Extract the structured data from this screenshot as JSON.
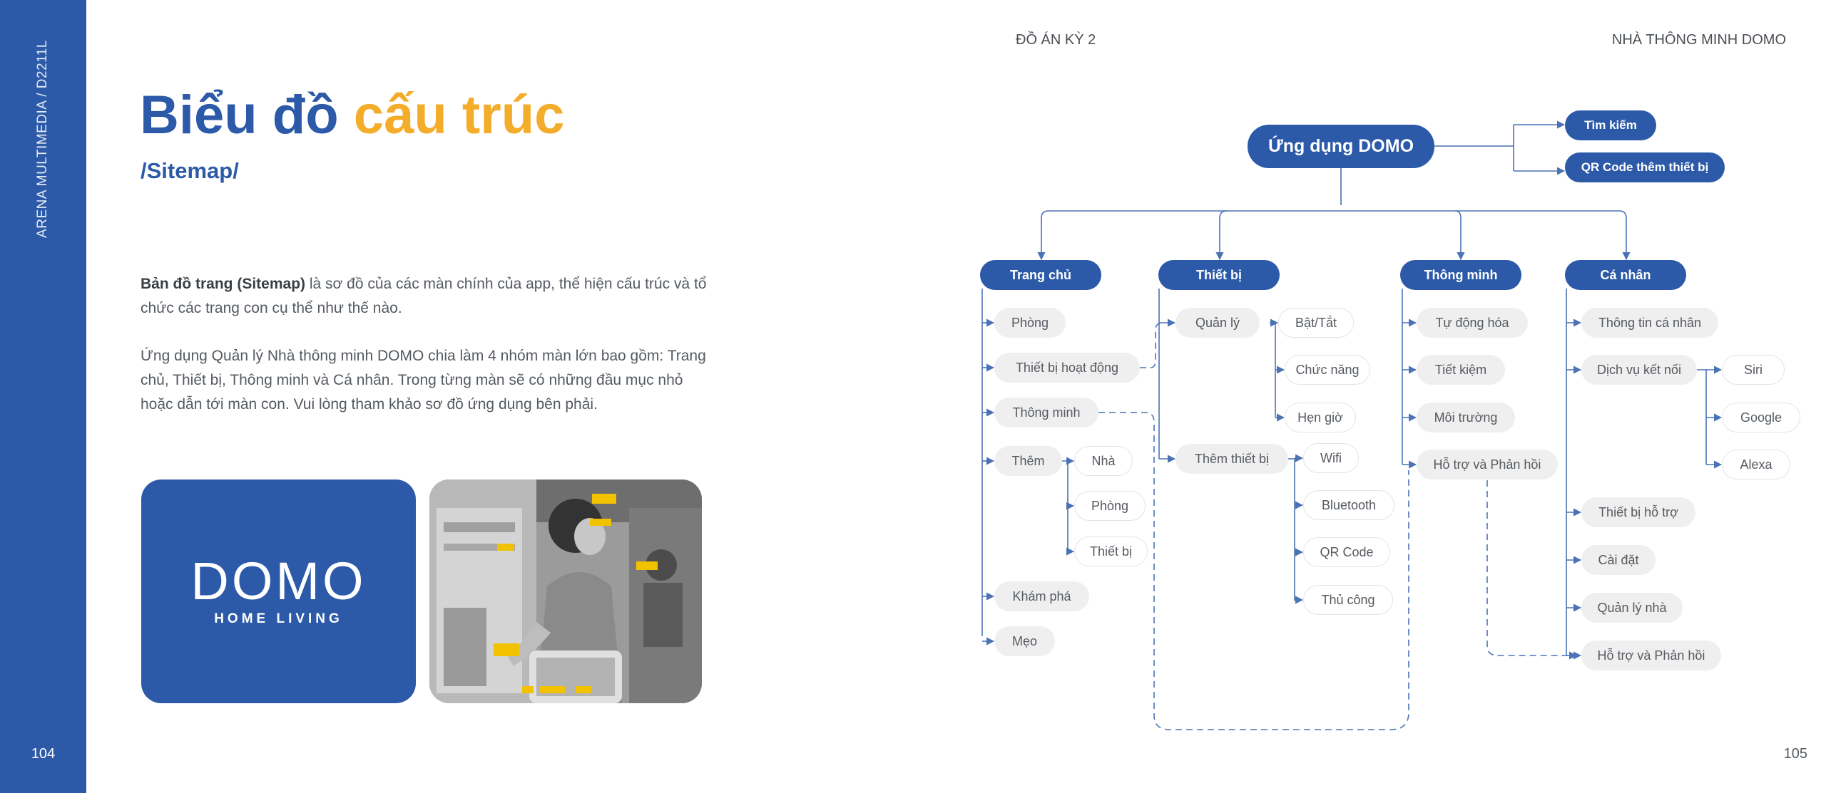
{
  "sidebar": {
    "label": "ARENA MULTIMEDIA / D2211L",
    "page_left": "104"
  },
  "header": {
    "project": "ĐỒ ÁN KỲ 2",
    "brand": "NHÀ THÔNG MINH DOMO"
  },
  "page_right": "105",
  "title": {
    "main": "Biểu đồ",
    "accent": "cấu trúc",
    "subtitle": "/Sitemap/"
  },
  "intro": {
    "p1_bold": "Bản đồ trang (Sitemap)",
    "p1_rest": " là sơ đồ của các màn chính của app, thể hiện cấu trúc và tổ chức các trang con cụ thể như thế nào.",
    "p2": "Ứng dụng Quản lý Nhà thông minh DOMO chia làm 4 nhóm màn lớn bao gồm: Trang chủ, Thiết bị, Thông minh và Cá nhân. Trong từng màn sẽ có những đầu mục nhỏ hoặc dẫn tới màn con. Vui lòng tham khảo sơ đồ ứng dụng bên phải."
  },
  "logo": {
    "wordmark": "DOMO",
    "tagline": "HOME LIVING"
  },
  "colors": {
    "primary": "#2c5aa8",
    "accent": "#f4ad2b",
    "leaf_bg": "#efefef",
    "connector": "#4a72b5"
  },
  "sitemap": {
    "root": "Ứng dụng DOMO",
    "root_links": [
      "Tìm kiếm",
      "QR Code thêm thiết bị"
    ],
    "trang_chu": {
      "label": "Trang chủ",
      "items": [
        "Phòng",
        "Thiết bị hoạt động",
        "Thông minh",
        "Thêm",
        "Khám phá",
        "Mẹo"
      ],
      "them_children": [
        "Nhà",
        "Phòng",
        "Thiết bị"
      ]
    },
    "thiet_bi": {
      "label": "Thiết bị",
      "items": [
        "Quản lý",
        "Thêm thiết bị"
      ],
      "quan_ly_children": [
        "Bật/Tắt",
        "Chức năng",
        "Hẹn giờ"
      ],
      "them_children": [
        "Wifi",
        "Bluetooth",
        "QR Code",
        "Thủ công"
      ]
    },
    "thong_minh": {
      "label": "Thông minh",
      "items": [
        "Tự động hóa",
        "Tiết kiệm",
        "Môi trường",
        "Hỗ trợ và Phản hồi"
      ]
    },
    "ca_nhan": {
      "label": "Cá nhân",
      "items": [
        "Thông tin cá nhân",
        "Dịch vụ kết nối",
        "Thiết bị hỗ trợ",
        "Cài đặt",
        "Quản lý nhà",
        "Hỗ trợ và Phản hồi"
      ],
      "dich_vu_children": [
        "Siri",
        "Google",
        "Alexa"
      ]
    }
  }
}
